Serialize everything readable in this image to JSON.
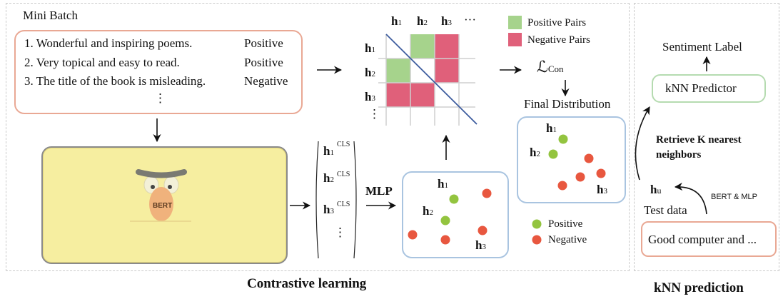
{
  "contrastive": {
    "mini_batch_title": "Mini Batch",
    "sentences": [
      {
        "text": "1. Wonderful and inspiring poems.",
        "label": "Positive"
      },
      {
        "text": "2. Very topical and easy to read.",
        "label": "Positive"
      },
      {
        "text": "3. The title of the book is misleading.",
        "label": "Negative"
      }
    ],
    "ellipsis": "⋮",
    "bert_text": "BERT",
    "cls_vector": [
      "h1",
      "h2",
      "h3",
      "⋮"
    ],
    "cls_sup": "CLS",
    "mlp_label": "MLP",
    "matrix_col_labels": [
      "h1",
      "h2",
      "h3",
      "···"
    ],
    "matrix_row_labels": [
      "h1",
      "h2",
      "h3",
      "⋮"
    ],
    "legend_pairs": [
      {
        "label": "Positive Pairs",
        "color": "#a6d38c"
      },
      {
        "label": "Negative Pairs",
        "color": "#e0607a"
      }
    ],
    "loss_symbol": "ℒ",
    "loss_sub": "Con",
    "final_distribution_label": "Final Distribution",
    "points_legend": [
      {
        "label": "Positive",
        "color": "#93c43f"
      },
      {
        "label": "Negative",
        "color": "#e8573f"
      }
    ],
    "section_title": "Contrastive learning"
  },
  "knn": {
    "sentiment_label": "Sentiment Label",
    "predictor_label": "kNN Predictor",
    "retrieve_label_line1": "Retrieve K nearest",
    "retrieve_label_line2": "neighbors",
    "hu_label": "h",
    "hu_sub": "u",
    "bert_mlp_label": "BERT & MLP",
    "test_data_label": "Test data",
    "test_input": "Good computer and ...",
    "section_title": "kNN prediction"
  },
  "colors": {
    "mini_batch_border": "#e9a894",
    "test_border": "#e9a894",
    "predictor_border": "#b5dbb0",
    "dist_border": "#a9c4e0",
    "bert_panel_bg": "#f6eea0",
    "diagonal_line": "#3d5c9e"
  }
}
